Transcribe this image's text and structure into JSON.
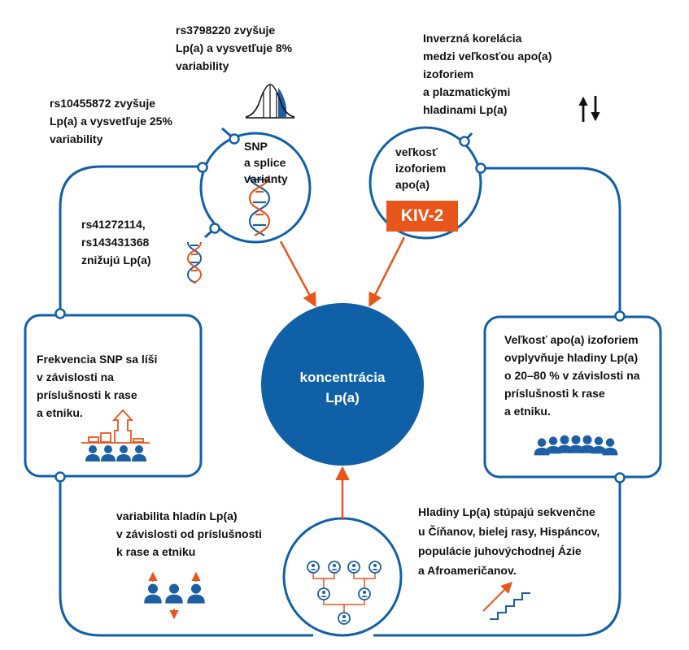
{
  "colors": {
    "blue": "#1060a8",
    "orange": "#e8561b",
    "icon_blue": "#1c5fa4",
    "black": "#111111",
    "white": "#ffffff"
  },
  "center": {
    "lines": [
      "koncentrácia",
      "Lp(a)"
    ]
  },
  "snp_node": {
    "lines": [
      "SNP",
      "a splice",
      "varianty"
    ]
  },
  "isoform_node": {
    "lines": [
      "veľkosť",
      "izoforiem",
      "apo(a)"
    ],
    "badge": "KIV-2"
  },
  "notes": {
    "rs3798220": [
      "rs3798220 zvyšuje",
      "Lp(a) a vysvetľuje 8%",
      "variability"
    ],
    "rs10455872": [
      "rs10455872 zvyšuje",
      "Lp(a) a vysvetľuje 25%",
      "variability"
    ],
    "rs41272114": [
      "rs41272114,",
      "rs143431368",
      "znižujú Lp(a)"
    ],
    "inverse": [
      "Inverzná korelácia",
      "medzi veľkosťou apo(a)",
      "izoforiem",
      "a plazmatickými",
      "hladinami Lp(a)"
    ],
    "variability": [
      "variabilita hladín Lp(a)",
      "v závislosti od príslušnosti",
      "k rase a etniku"
    ],
    "sequence": [
      "Hladiny Lp(a) stúpajú sekvenčne",
      "u Číňanov, bielej rasy, Hispáncov,",
      "populácie juhovýchodnej Ázie",
      "a Afroameričanov."
    ]
  },
  "left_box": {
    "lines": [
      "Frekvencia SNP sa líši",
      "v závislosti na",
      "príslušnosti k rase",
      "a etniku."
    ]
  },
  "right_box": {
    "lines": [
      "Veľkosť apo(a) izoforiem",
      "ovplyvňuje  hladiny Lp(a)",
      "o 20–80 % v závislosti na",
      "príslušnosti k rase",
      "a etniku."
    ]
  },
  "icons": {
    "bell_curve": "bell-curve-icon",
    "dna_large": "dna-icon",
    "dna_small": "dna-icon",
    "up_down_arrows": "up-down-arrows-icon",
    "bar_people": "bar-chart-people-icon",
    "crowd": "crowd-icon",
    "people_arrows": "people-arrows-icon",
    "pedigree": "pedigree-tree-icon",
    "stairs": "stairs-arrow-icon"
  }
}
